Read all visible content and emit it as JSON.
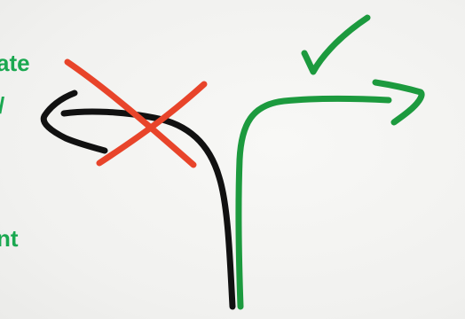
{
  "text_fragments": [
    "ate",
    "/",
    "nt"
  ],
  "colors": {
    "background": "#f4f4f2",
    "text_green": "#1aa850",
    "black_path": "#111111",
    "red_cross": "#e8442a",
    "green_path": "#1c9a3e"
  },
  "icons": {
    "left_path": "curved-arrow-left",
    "cross": "x-mark",
    "right_path": "curved-arrow-right",
    "check": "check-mark"
  }
}
